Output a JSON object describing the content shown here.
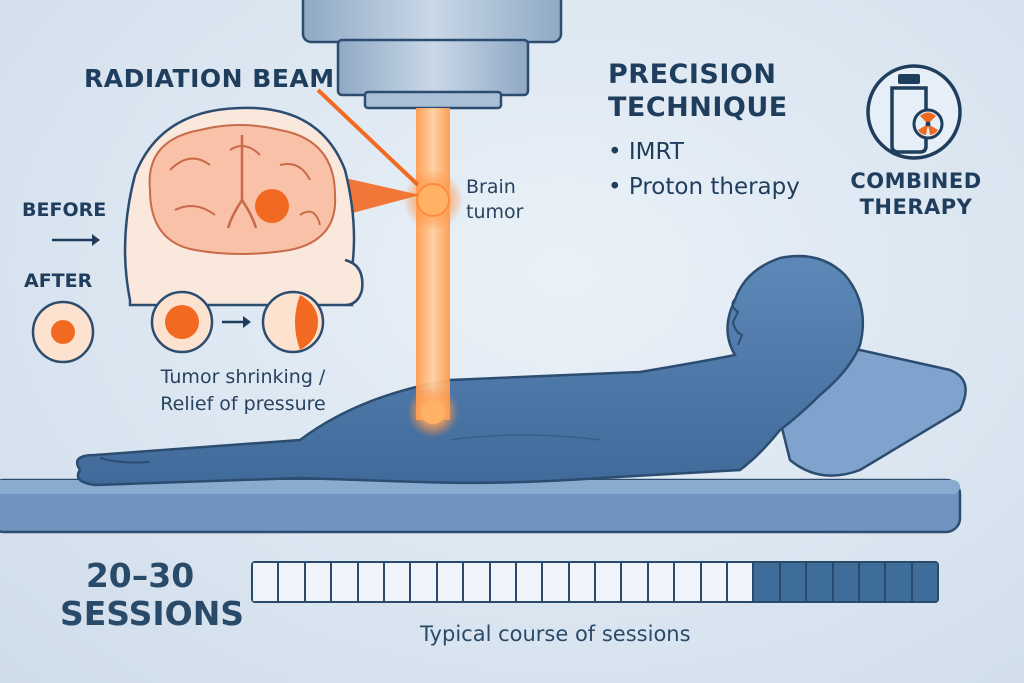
{
  "labels": {
    "radiation_beam": "RADIATION BEAM",
    "before": "BEFORE",
    "after": "AFTER",
    "brain_tumor": "Brain tumor",
    "tumor_shrinking_line1": "Tumor shrinking /",
    "tumor_shrinking_line2": "Relief of pressure"
  },
  "precision": {
    "title_line1": "PRECISION",
    "title_line2": "TECHNIQUE",
    "bullets": [
      "• IMRT",
      "• Proton therapy"
    ]
  },
  "combined": {
    "line1": "COMBINED",
    "line2": "THERAPY",
    "icon": "medicine-vial-radiation-icon"
  },
  "sessions": {
    "count_line1": "20–30",
    "count_line2": "SESSIONS",
    "caption": "Typical course of sessions",
    "segments_total": 26,
    "segments_completed": 19
  },
  "colors": {
    "beam": "#ff8a3d",
    "tumor": "#f26a22",
    "patient": "#4a76a8",
    "title_text": "#1f3d5c"
  }
}
